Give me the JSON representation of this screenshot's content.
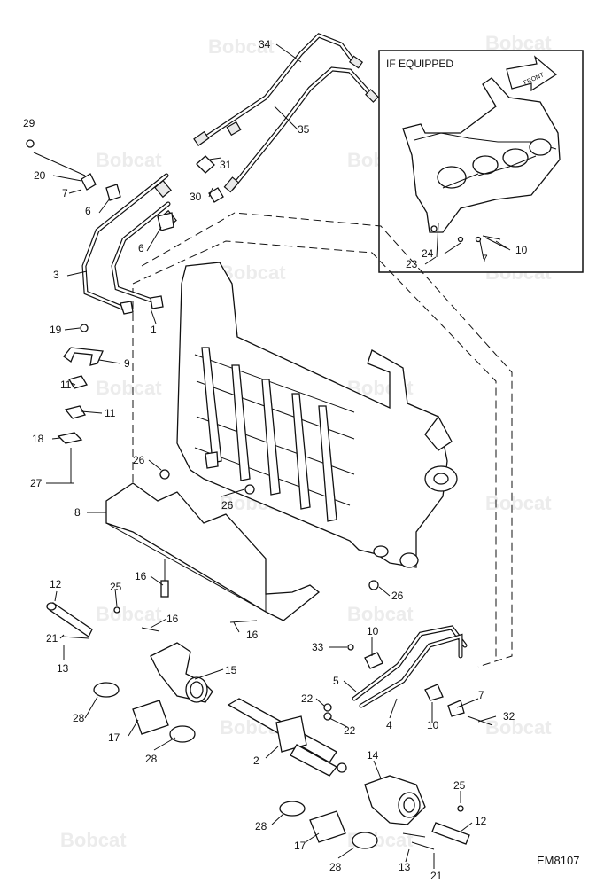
{
  "watermark": "Bobcat",
  "inset_title": "IF EQUIPPED",
  "arrow_label": "FRONT",
  "drawing_code": "EM8107",
  "callouts": [
    {
      "id": "c34",
      "text": "34"
    },
    {
      "id": "c35",
      "text": "35"
    },
    {
      "id": "c29",
      "text": "29"
    },
    {
      "id": "c20",
      "text": "20"
    },
    {
      "id": "c31",
      "text": "31"
    },
    {
      "id": "c30",
      "text": "30"
    },
    {
      "id": "c7a",
      "text": "7"
    },
    {
      "id": "c6a",
      "text": "6"
    },
    {
      "id": "c6b",
      "text": "6"
    },
    {
      "id": "c3",
      "text": "3"
    },
    {
      "id": "c1",
      "text": "1"
    },
    {
      "id": "c19",
      "text": "19"
    },
    {
      "id": "c9",
      "text": "9"
    },
    {
      "id": "c11a",
      "text": "11"
    },
    {
      "id": "c11b",
      "text": "11"
    },
    {
      "id": "c18",
      "text": "18"
    },
    {
      "id": "c27",
      "text": "27"
    },
    {
      "id": "c26a",
      "text": "26"
    },
    {
      "id": "c26b",
      "text": "26"
    },
    {
      "id": "c8",
      "text": "8"
    },
    {
      "id": "c16a",
      "text": "16"
    },
    {
      "id": "c16b",
      "text": "16"
    },
    {
      "id": "c16c",
      "text": "16"
    },
    {
      "id": "c26c",
      "text": "26"
    },
    {
      "id": "c12a",
      "text": "12"
    },
    {
      "id": "c25a",
      "text": "25"
    },
    {
      "id": "c21a",
      "text": "21"
    },
    {
      "id": "c13a",
      "text": "13"
    },
    {
      "id": "c15",
      "text": "15"
    },
    {
      "id": "c28a",
      "text": "28"
    },
    {
      "id": "c17a",
      "text": "17"
    },
    {
      "id": "c28b",
      "text": "28"
    },
    {
      "id": "c2",
      "text": "2"
    },
    {
      "id": "c22a",
      "text": "22"
    },
    {
      "id": "c22b",
      "text": "22"
    },
    {
      "id": "c5",
      "text": "5"
    },
    {
      "id": "c33",
      "text": "33"
    },
    {
      "id": "c10a",
      "text": "10"
    },
    {
      "id": "c4",
      "text": "4"
    },
    {
      "id": "c10b",
      "text": "10"
    },
    {
      "id": "c7b",
      "text": "7"
    },
    {
      "id": "c32",
      "text": "32"
    },
    {
      "id": "c14",
      "text": "14"
    },
    {
      "id": "c25b",
      "text": "25"
    },
    {
      "id": "c12b",
      "text": "12"
    },
    {
      "id": "c28c",
      "text": "28"
    },
    {
      "id": "c17b",
      "text": "17"
    },
    {
      "id": "c28d",
      "text": "28"
    },
    {
      "id": "c13b",
      "text": "13"
    },
    {
      "id": "c21b",
      "text": "21"
    },
    {
      "id": "c24",
      "text": "24"
    },
    {
      "id": "c23",
      "text": "23"
    },
    {
      "id": "c7c",
      "text": "7"
    },
    {
      "id": "c10c",
      "text": "10"
    }
  ]
}
